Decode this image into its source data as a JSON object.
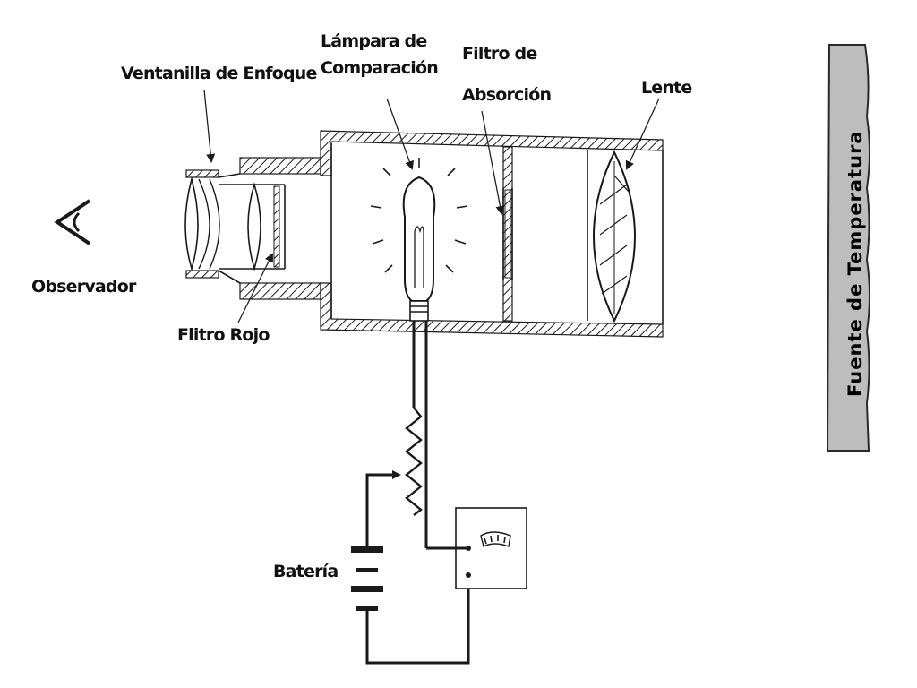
{
  "labels": {
    "ventanilla": "Ventanilla de Enfoque",
    "lampara_1": "Lámpara de",
    "lampara_2": "Comparación",
    "filtro_abs_1": "Filtro de",
    "filtro_abs_2": "Absorción",
    "lente": "Lente",
    "observador": "Observador",
    "filtro_rojo": "Flitro Rojo",
    "bateria": "Batería",
    "fuente": "Fuente de Temperatura"
  },
  "colors": {
    "ink": "#1a1a1a",
    "source_fill": "#bdbdbd",
    "hatch": "#1a1a1a",
    "background": "#ffffff"
  }
}
